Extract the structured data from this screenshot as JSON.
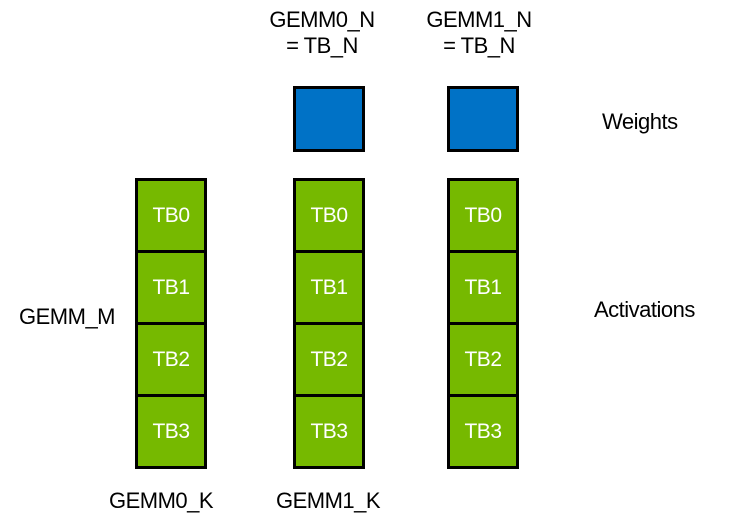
{
  "diagram": {
    "top_labels": [
      {
        "line1": "GEMM0_N",
        "line2": "= TB_N"
      },
      {
        "line1": "GEMM1_N",
        "line2": "= TB_N"
      }
    ],
    "left_label": "GEMM_M",
    "right_labels": {
      "weights": "Weights",
      "activations": "Activations"
    },
    "bottom_labels": [
      "GEMM0_K",
      "GEMM1_K"
    ],
    "weight_blocks": [
      {
        "gemm": "GEMM0"
      },
      {
        "gemm": "GEMM1"
      }
    ],
    "columns": [
      {
        "blocks": [
          "TB0",
          "TB1",
          "TB2",
          "TB3"
        ]
      },
      {
        "blocks": [
          "TB0",
          "TB1",
          "TB2",
          "TB3"
        ]
      },
      {
        "blocks": [
          "TB0",
          "TB1",
          "TB2",
          "TB3"
        ]
      }
    ],
    "colors": {
      "weight_fill": "#0072C6",
      "activation_fill": "#76B900",
      "border": "#000000",
      "tb_text": "#FFFFFF"
    }
  }
}
